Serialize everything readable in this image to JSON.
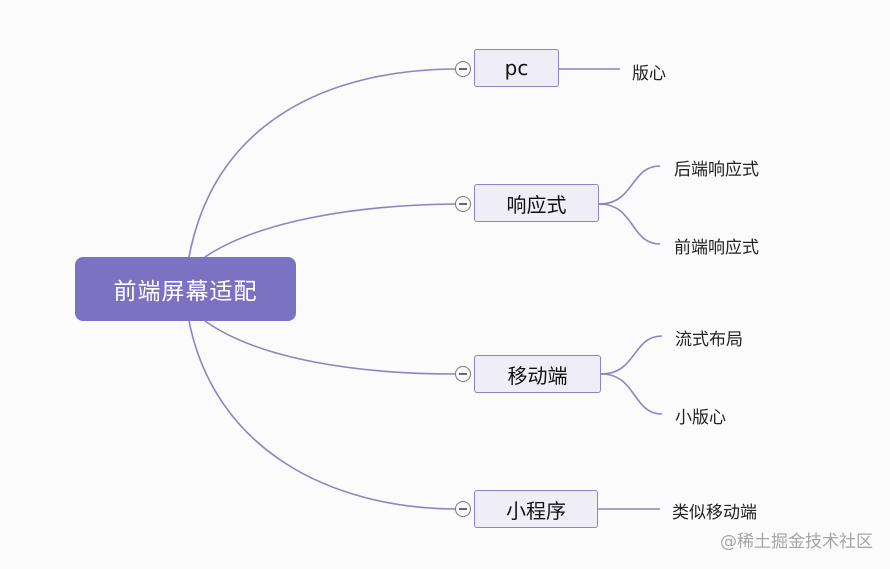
{
  "root": {
    "label": "前端屏幕适配"
  },
  "branches": [
    {
      "label": "pc",
      "children": [
        "版心"
      ]
    },
    {
      "label": "响应式",
      "children": [
        "后端响应式",
        "前端响应式"
      ]
    },
    {
      "label": "移动端",
      "children": [
        "流式布局",
        "小版心"
      ]
    },
    {
      "label": "小程序",
      "children": [
        "类似移动端"
      ]
    }
  ],
  "watermark": "@稀土掘金技术社区",
  "colors": {
    "root_fill": "#7b73c2",
    "branch_fill": "#efeef7",
    "line": "#8a83c6"
  }
}
